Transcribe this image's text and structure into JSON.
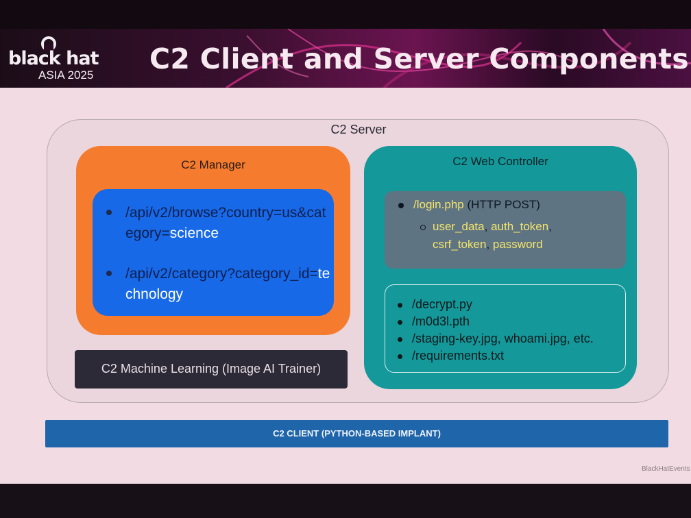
{
  "header": {
    "logo_main": "black hat",
    "logo_sub": "ASIA 2025",
    "title": "C2 Client and Server Components"
  },
  "diagram": {
    "server": {
      "label": "C2 Server"
    },
    "manager": {
      "label": "C2 Manager",
      "items": [
        {
          "prefix": "/api/v2/browse?country=us&category=",
          "value": "science"
        },
        {
          "prefix": "/api/v2/category?category_id=",
          "value": "technology"
        }
      ]
    },
    "ml": {
      "label": "C2 Machine Learning (Image AI Trainer)"
    },
    "web_controller": {
      "label": "C2 Web Controller",
      "login": {
        "path": "/login.php",
        "method": "(HTTP POST)",
        "params": [
          "user_data",
          "auth_token",
          "csrf_token",
          "password"
        ]
      },
      "files": [
        "/decrypt.py",
        "/m0d3l.pth",
        "/staging-key.jpg, whoami.jpg, etc.",
        "/requirements.txt"
      ]
    },
    "client": {
      "label": "C2 CLIENT (PYTHON-BASED IMPLANT)"
    }
  },
  "footer": {
    "watermark": "BlackHatEvents"
  },
  "colors": {
    "manager": "#f57c2e",
    "manager_inner": "#1769e8",
    "web_controller": "#14989a",
    "login_box": "#5e7483",
    "ml_box": "#2b2a36",
    "client_bar": "#1e65a9",
    "highlight": "#f5e46b"
  }
}
